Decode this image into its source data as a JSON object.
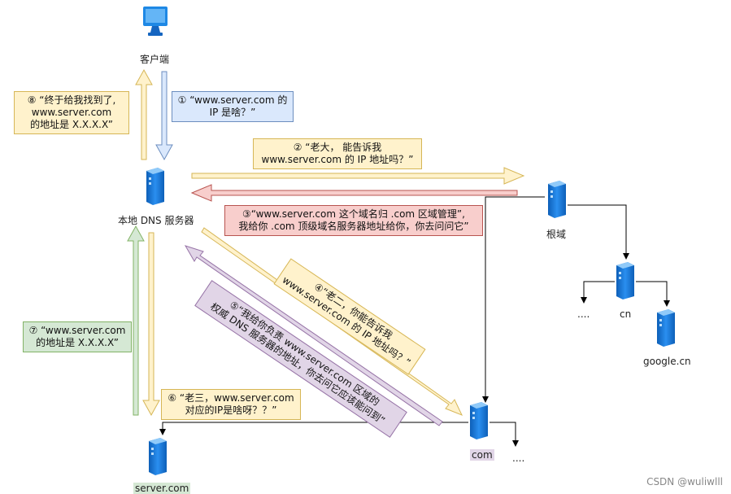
{
  "nodes": {
    "client": "客户端",
    "local_dns": "本地 DNS 服务器",
    "root": "根域",
    "cn": "cn",
    "google_cn": "google.cn",
    "cn_ellipsis": "....",
    "com": "com",
    "com_ellipsis": "....",
    "server_com": "server.com"
  },
  "steps": [
    {
      "id": 1,
      "lines": [
        "① “www.server.com 的",
        "IP 是啥？”"
      ]
    },
    {
      "id": 2,
      "lines": [
        "② “老大， 能告诉我",
        "www.server.com 的 IP 地址吗？”"
      ]
    },
    {
      "id": 3,
      "lines": [
        "③“www.server.com 这个域名归 .com 区域管理”,",
        "我给你 .com 顶级域名服务器地址给你，你去问问它”"
      ]
    },
    {
      "id": 4,
      "lines": [
        "④“老二，你能告诉我",
        "www.server.com 的 IP 地址吗？”"
      ]
    },
    {
      "id": 5,
      "lines": [
        "⑤“我给你负责 www.server.com 区域的",
        "权威 DNS 服务器的地址，你去问它应该能问到”"
      ]
    },
    {
      "id": 6,
      "lines": [
        "⑥ “老三，www.server.com",
        "对应的IP是啥呀？？”"
      ]
    },
    {
      "id": 7,
      "lines": [
        "⑦ “www.server.com",
        "的地址是 X.X.X.X”"
      ]
    },
    {
      "id": 8,
      "lines": [
        "⑧ “终于给我找到了,",
        "www.server.com",
        "的地址是 X.X.X.X”"
      ]
    }
  ],
  "watermark": "CSDN @wuliwlll",
  "colors": {
    "yellow_fill": "#fff2cc",
    "yellow_stroke": "#d6b656",
    "blue_fill": "#dae8fc",
    "blue_stroke": "#6c8ebf",
    "red_fill": "#f8cecc",
    "red_stroke": "#b85450",
    "green_fill": "#d5e8d4",
    "green_stroke": "#82b366",
    "purple_fill": "#e1d5e7",
    "purple_stroke": "#9673a6",
    "server_blue": "#1e88e5"
  }
}
